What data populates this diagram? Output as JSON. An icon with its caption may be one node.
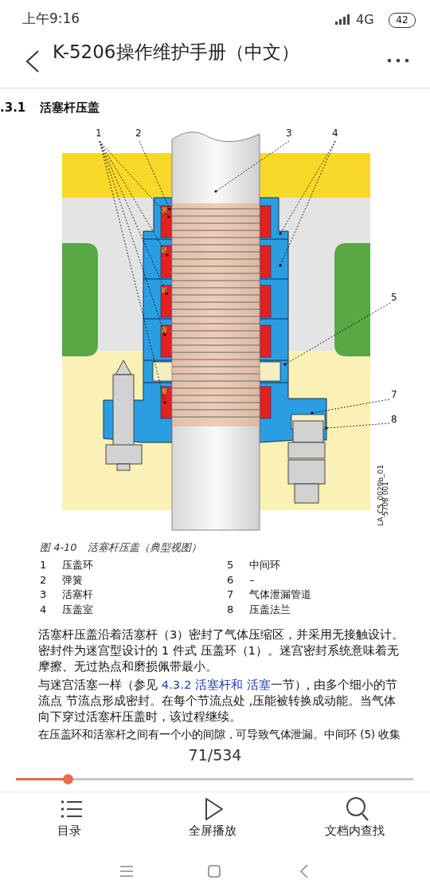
{
  "diagram": {
    "title": "K-5206操作维护手册（中文）",
    "caption": "图 4-10　活塞杆压盖（典型视图）",
    "nodes": [
      {
        "text": [
          "1"
        ]
      },
      {
        "text": [
          "2"
        ]
      },
      {
        "text": [
          "3"
        ]
      },
      {
        "text": [
          "4"
        ]
      },
      {
        "text": [
          "5"
        ]
      },
      {
        "text": [
          "7"
        ]
      },
      {
        "text": [
          "8"
        ]
      }
    ],
    "edges": [
      {
        "from": 0,
        "to": null,
        "arrow": "other",
        "style": "dashed"
      },
      {
        "from": 0,
        "to": null,
        "arrow": "other",
        "style": "dashed"
      },
      {
        "from": 0,
        "to": null,
        "arrow": "other",
        "style": "dashed"
      },
      {
        "from": 0,
        "to": null,
        "arrow": "other",
        "style": "dashed"
      },
      {
        "from": 0,
        "to": null,
        "arrow": "other",
        "style": "dashed"
      },
      {
        "from": 1,
        "to": null,
        "arrow": "other",
        "style": "dashed"
      },
      {
        "from": 2,
        "to": null,
        "arrow": "other",
        "style": "dashed"
      },
      {
        "from": 3,
        "to": null,
        "arrow": "other",
        "style": "dashed"
      },
      {
        "from": 3,
        "to": null,
        "arrow": "other",
        "style": "dashed"
      },
      {
        "from": 4,
        "to": null,
        "arrow": "other",
        "style": "dashed"
      },
      {
        "from": 5,
        "to": null,
        "arrow": "other",
        "style": "dashed"
      },
      {
        "from": 6,
        "to": null,
        "arrow": "other",
        "style": "dashed"
      }
    ],
    "labels": [
      "上午9:16",
      "4G",
      "42",
      ".3.1",
      "活塞杆压盖",
      "LA_C5_0029b_01",
      "5708 001",
      "1",
      "压盖环",
      "5",
      "中间环",
      "2",
      "弹簧",
      "6",
      "–",
      "3",
      "活塞杆",
      "7",
      "气体泄漏管道",
      "4",
      "压盖室",
      "8",
      "压盖法兰",
      "活塞杆压盖沿着活塞杆（3）密封了气体压缩区，并采用无接触设计。密封件为迷宫型设计的 1 件式 压盖环（1）。迷宫密封系统意味着无摩擦、无过热点和磨损佩带最小。",
      "与迷宫活塞一样（参见 ",
      "4.3.2 活塞杆和 活塞",
      "一节）, 由多个细小的节流点 节流点形成密封。在每个节流点处 ,压能被转换成动能。当气体向下穿过活塞杆压盖时，该过程继续。",
      "在压盖环和活塞杆之间有一个小的间隙，可导致气体泄漏。中间环 (5) 收集",
      "71/534",
      "目录",
      "全屏播放",
      "文档内查找"
    ]
  }
}
